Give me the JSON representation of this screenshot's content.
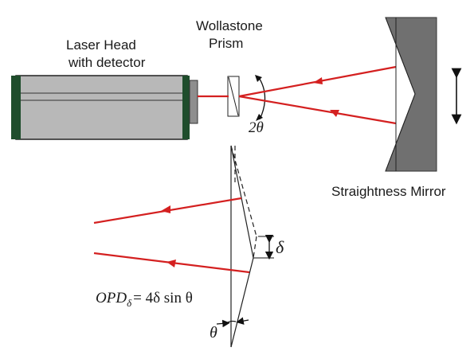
{
  "labels": {
    "laser_head_line1": "Laser Head",
    "laser_head_line2": "with detector",
    "prism_line1": "Wollastone",
    "prism_line2": "Prism",
    "mirror": "Straightness Mirror",
    "split_angle": "2θ",
    "delta": "δ",
    "theta": "θ"
  },
  "equation": {
    "opd": "OPD",
    "subscript": "δ",
    "rhs": "= 4δ sin θ"
  },
  "colors": {
    "beam": "#d42020",
    "laser_body": "#b8b8b8",
    "laser_cap": "#1f4d2c",
    "mirror": "#707070",
    "outline": "#222222"
  }
}
